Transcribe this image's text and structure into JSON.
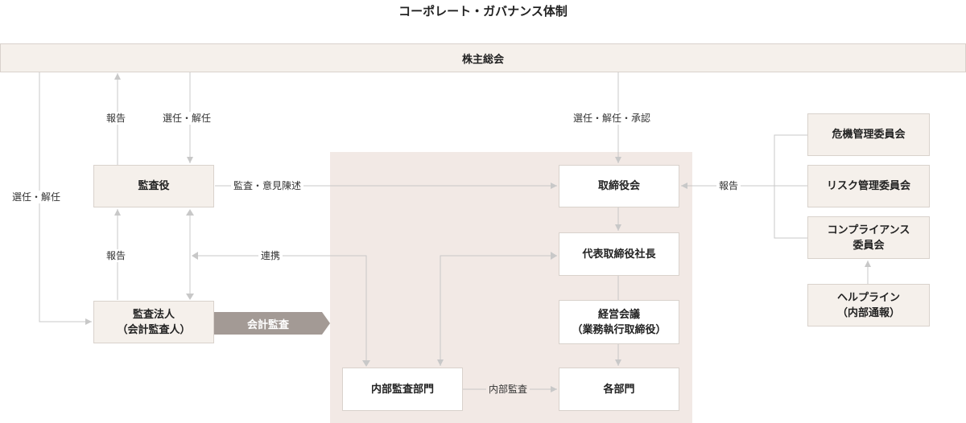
{
  "title": "コーポレート・ガバナンス体制",
  "nodes": {
    "shareholders": "株主総会",
    "auditor": "監査役",
    "audit_corp": [
      "監査法人",
      "（会計監査人）"
    ],
    "board": "取締役会",
    "president": "代表取締役社長",
    "mgmt_meeting": [
      "経営会議",
      "（業務執行取締役）"
    ],
    "internal_audit": "内部監査部門",
    "departments": "各部門",
    "risk_committee": "危機管理委員会",
    "risk_mgmt_committee": "リスク管理委員会",
    "compliance_committee": [
      "コンプライアンス",
      "委員会"
    ],
    "helpline": [
      "ヘルプライン",
      "（内部通報）"
    ]
  },
  "labels": {
    "report_1": "報告",
    "appoint_1": "選任・解任",
    "appoint_left": "選任・解任",
    "audit_opinion": "監査・意見陳述",
    "report_2": "報告",
    "cooperation": "連携",
    "accounting_audit": "会計監査",
    "internal_audit_flow": "内部監査",
    "appoint_approve": "選任・解任・承認",
    "report_right": "報告"
  },
  "colors": {
    "line": "#c8c8c8",
    "shade": "#f2e9e5",
    "box_beige": "#f5f0eb",
    "audit_arrow": "#a39a95"
  }
}
